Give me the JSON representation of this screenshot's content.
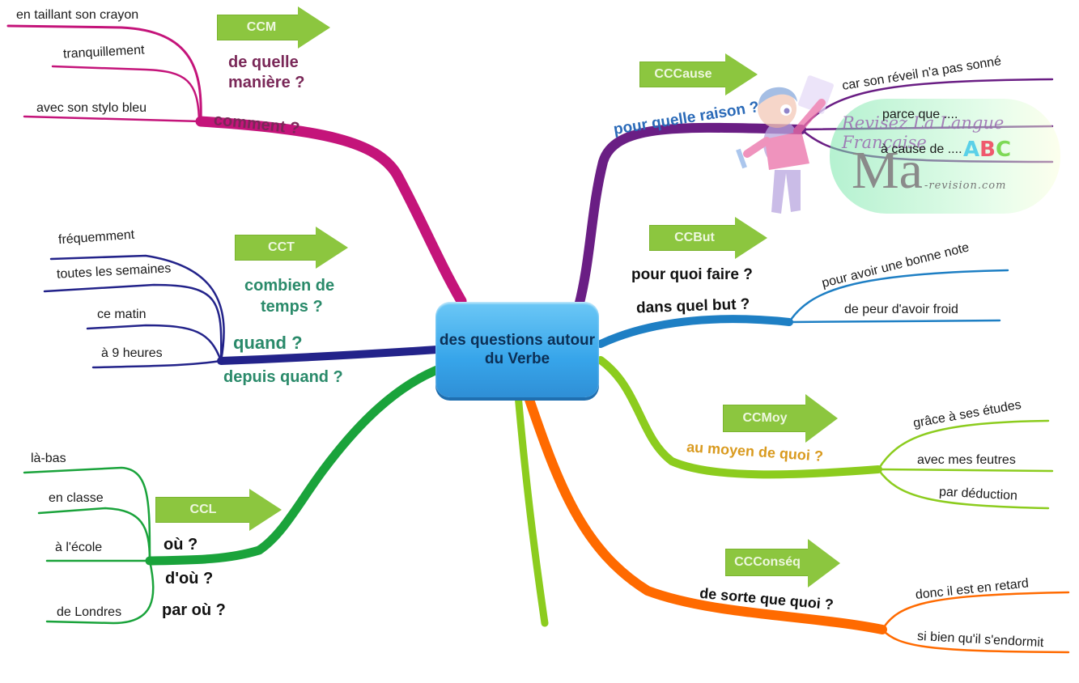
{
  "title": "des questions autour du Verbe",
  "colors": {
    "ccm": "#c4147a",
    "cct": "#23238a",
    "ccl": "#1aa33b",
    "cccause": "#6a1e84",
    "ccbut": "#1e7fc4",
    "ccmoy": "#8ccc1e",
    "ccconseq": "#ff6a00",
    "arrow": "#8cc63f",
    "center": "#37a5ea"
  },
  "branches": {
    "ccm": {
      "label": "CCM",
      "questions": [
        "de quelle",
        "manière ?",
        "comment ?"
      ],
      "examples": [
        "en taillant son crayon",
        "tranquillement",
        "avec son stylo bleu"
      ]
    },
    "cct": {
      "label": "CCT",
      "questions": [
        "combien de",
        "temps ?",
        "quand ?",
        "depuis quand ?"
      ],
      "examples": [
        "fréquemment",
        "toutes les semaines",
        "ce matin",
        "à 9 heures"
      ]
    },
    "ccl": {
      "label": "CCL",
      "questions": [
        "où ?",
        "d'où ?",
        "par où ?"
      ],
      "examples": [
        "là-bas",
        "en classe",
        "à l'école",
        "de Londres"
      ]
    },
    "cccause": {
      "label": "CCCause",
      "questions": [
        "pour quelle raison ?"
      ],
      "examples": [
        "car son réveil n'a pas sonné",
        "parce que ....",
        "à cause de ...."
      ]
    },
    "ccbut": {
      "label": "CCBut",
      "questions": [
        "pour quoi faire ?",
        "dans quel but ?"
      ],
      "examples": [
        "pour avoir une bonne note",
        "de peur d'avoir froid"
      ]
    },
    "ccmoy": {
      "label": "CCMoy",
      "questions": [
        "au moyen de quoi ?"
      ],
      "examples": [
        "grâce à ses études",
        "avec mes feutres",
        "par déduction"
      ]
    },
    "ccconseq": {
      "label": "CCConséq",
      "questions": [
        "de sorte que quoi ?"
      ],
      "examples": [
        "donc il est en retard",
        "si bien qu'il s'endormit"
      ]
    }
  },
  "watermark": {
    "slogan": "Revisez La Langue Française",
    "brand": "Ma",
    "domain": "-revision.com",
    "abc": "ABC"
  },
  "icons": {
    "mascot": "student-mascot-icon"
  }
}
